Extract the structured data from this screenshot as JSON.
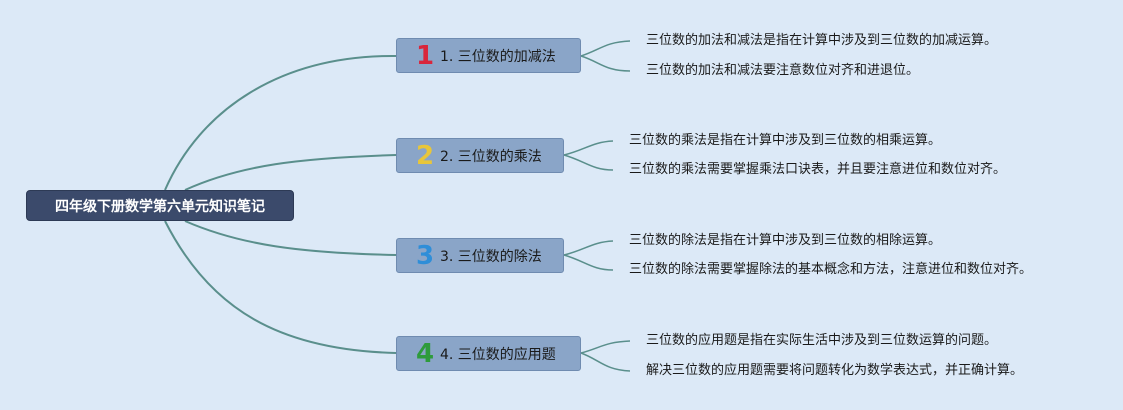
{
  "root": {
    "title": "四年级下册数学第六单元知识笔记"
  },
  "topics": [
    {
      "number": "1",
      "number_color": "#d9263c",
      "label": "1. 三位数的加减法",
      "notes": [
        "三位数的加法和减法是指在计算中涉及到三位数的加减运算。",
        "三位数的加法和减法要注意数位对齐和进退位。"
      ]
    },
    {
      "number": "2",
      "number_color": "#e8c63a",
      "label": "2. 三位数的乘法",
      "notes": [
        "三位数的乘法是指在计算中涉及到三位数的相乘运算。",
        "三位数的乘法需要掌握乘法口诀表，并且要注意进位和数位对齐。"
      ]
    },
    {
      "number": "3",
      "number_color": "#2f8ed8",
      "label": "3. 三位数的除法",
      "notes": [
        "三位数的除法是指在计算中涉及到三位数的相除运算。",
        "三位数的除法需要掌握除法的基本概念和方法，注意进位和数位对齐。"
      ]
    },
    {
      "number": "4",
      "number_color": "#2e9b3c",
      "label": "4. 三位数的应用题",
      "notes": [
        "三位数的应用题是指在实际生活中涉及到三位数运算的问题。",
        "解决三位数的应用题需要将问题转化为数学表达式，并正确计算。"
      ]
    }
  ],
  "colors": {
    "background": "#dce9f7",
    "connector": "#5a8f8c",
    "root_fill": "#3b4a6b",
    "topic_fill": "#8aa5c8"
  }
}
